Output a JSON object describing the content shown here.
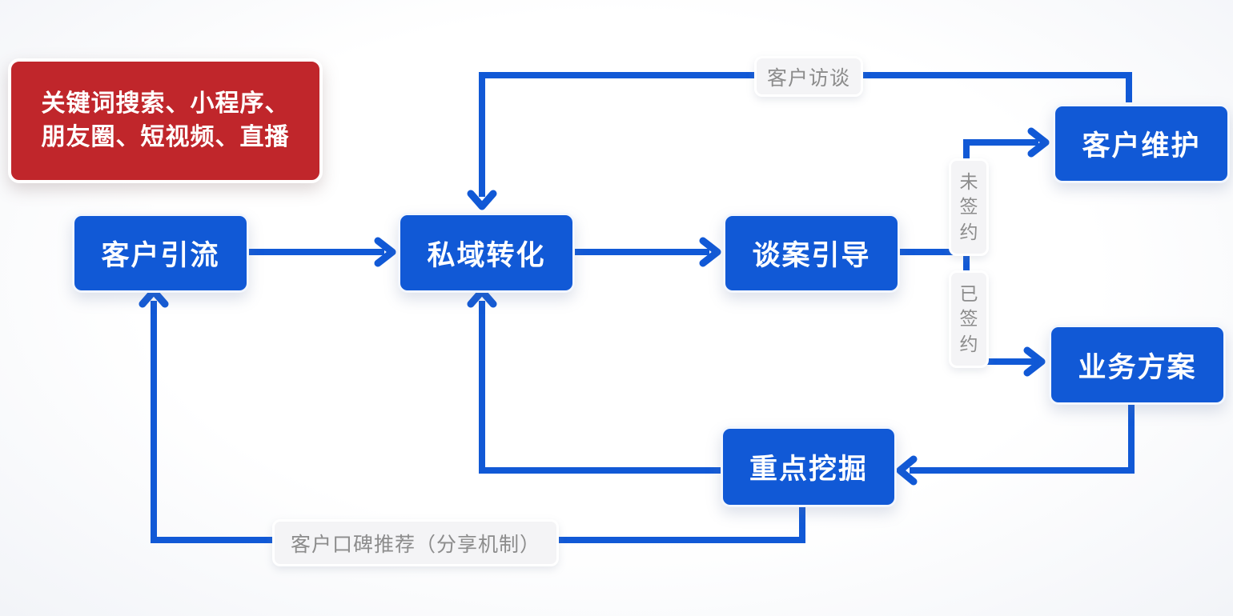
{
  "diagram": {
    "title": "customer-funnel-flowchart",
    "red_box": {
      "line1": "关键词搜索、小程序、",
      "line2": "朋友圈、短视频、直播"
    },
    "nodes": {
      "acquisition": "客户引流",
      "conversion": "私域转化",
      "guidance": "谈案引导",
      "maintenance": "客户维护",
      "business": "业务方案",
      "mining": "重点挖掘"
    },
    "edge_labels": {
      "interview": "客户访谈",
      "not_signed": "未签约",
      "signed": "已签约",
      "word_of_mouth": "客户口碑推荐（分享机制）"
    },
    "colors": {
      "node_blue": "#1159d6",
      "highlight_red": "#c0262b",
      "label_text_gray": "#8c8c8c",
      "label_bg": "#f4f4f6",
      "text_white": "#ffffff"
    }
  }
}
